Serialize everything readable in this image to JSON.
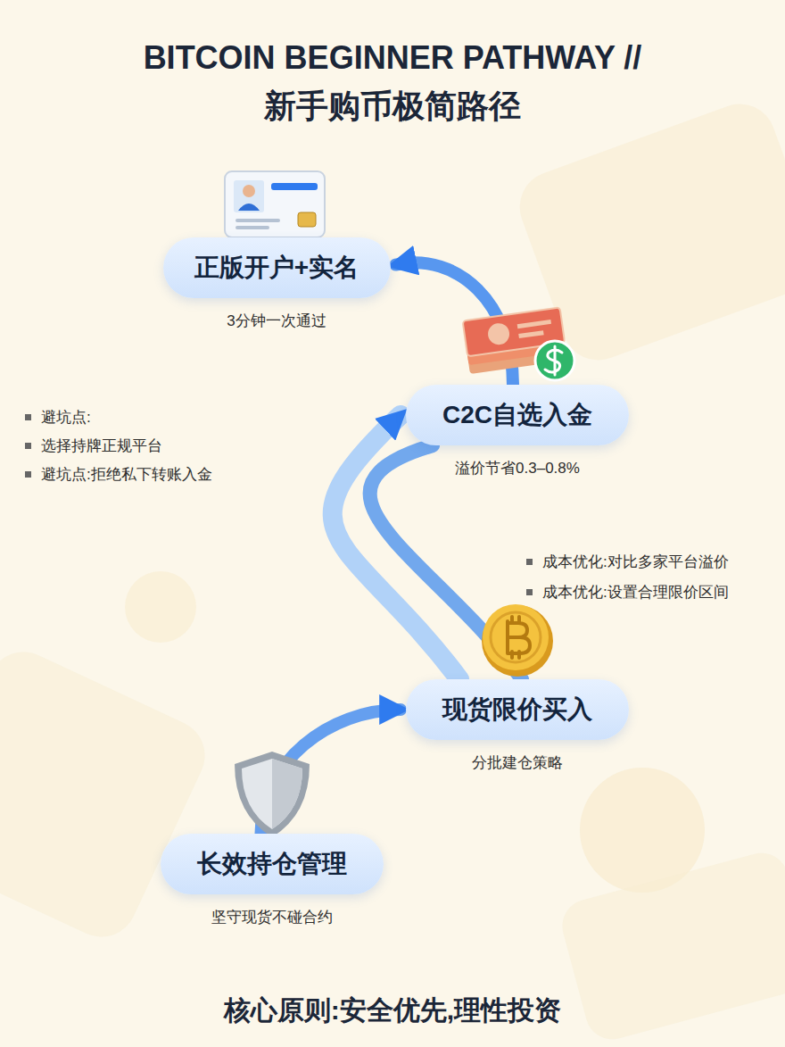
{
  "diagram": {
    "title": "BITCOIN BEGINNER PATHWAY // 新手购币极简路径",
    "caption": "核心原则:安全优先,理性投资",
    "nodes": [
      {
        "text": [
          "正版开户+实名",
          "3分钟一次通过"
        ]
      },
      {
        "text": [
          "C2C自选入金",
          "溢价节省0.3–0.8%"
        ]
      },
      {
        "text": [
          "现货限价买入",
          "分批建仓策略"
        ]
      },
      {
        "text": [
          "长效持仓管理",
          "坚守现货不碰合约"
        ]
      }
    ],
    "edges": [
      {
        "from": 1,
        "to": 0,
        "arrow": "to"
      },
      {
        "from": 2,
        "to": 1,
        "arrow": "to"
      },
      {
        "from": 1,
        "to": 2,
        "arrow": "none"
      },
      {
        "from": 3,
        "to": 2,
        "arrow": "to"
      }
    ],
    "labels": [
      "避坑点:",
      "选择持牌正规平台",
      "避坑点:拒绝私下转账入金",
      "成本优化:对比多家平台溢价",
      "成本优化:设置合理限价区间"
    ]
  }
}
